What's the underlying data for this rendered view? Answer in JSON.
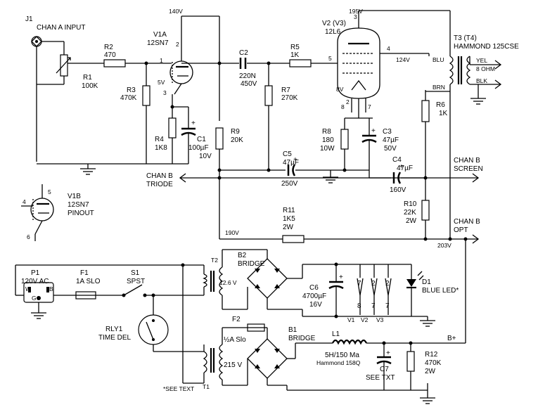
{
  "j1": {
    "ref": "J1",
    "label": "CHAN A INPUT"
  },
  "r1": {
    "ref": "R1",
    "value": "100K"
  },
  "r2": {
    "ref": "R2",
    "value": "470"
  },
  "r3": {
    "ref": "R3",
    "value": "470K"
  },
  "r4": {
    "ref": "R4",
    "value": "1K8"
  },
  "c1": {
    "ref": "C1",
    "value": "100µF",
    "voltage": "10V"
  },
  "v1a": {
    "ref": "V1A",
    "type": "12SN7",
    "pin1": "1",
    "pin2": "2",
    "pin3": "3",
    "pin5": "5V"
  },
  "rail_140": "140V",
  "c2": {
    "ref": "C2",
    "value": "220N",
    "voltage": "450V"
  },
  "r5": {
    "ref": "R5",
    "value": "1K"
  },
  "r7": {
    "ref": "R7",
    "value": "270K"
  },
  "r9": {
    "ref": "R9",
    "value": "20K"
  },
  "v2": {
    "ref": "V2 (V3)",
    "type": "12L6",
    "pin3": "3",
    "pin4": "4",
    "pin5": "5",
    "pin7": "7",
    "pin8": "8",
    "pin2": "2",
    "pin8v": "8V"
  },
  "rail_195": "195V",
  "rail_124": "124V",
  "r8": {
    "ref": "R8",
    "value": "180",
    "power": "10W"
  },
  "c3": {
    "ref": "C3",
    "value": "47µF",
    "voltage": "50V"
  },
  "c5": {
    "ref": "C5",
    "value": "47µF",
    "voltage": "250V"
  },
  "c4": {
    "ref": "C4",
    "value": "47µF",
    "voltage": "160V"
  },
  "r6": {
    "ref": "R6",
    "value": "1K"
  },
  "r10": {
    "ref": "R10",
    "value": "22K",
    "power": "2W"
  },
  "r11": {
    "ref": "R11",
    "value": "1K5",
    "power": "2W"
  },
  "rail_190": "190V",
  "rail_203": "203V",
  "t3": {
    "ref": "T3 (T4)",
    "type": "HAMMOND 125CSE",
    "blu": "BLU",
    "brn": "BRN",
    "yel": "YEL",
    "ohm": "8 OHM",
    "blk": "BLK"
  },
  "chan_b_triode": {
    "l1": "CHAN B",
    "l2": "TRIODE"
  },
  "chan_b_screen": {
    "l1": "CHAN B",
    "l2": "SCREEN"
  },
  "chan_b_opt": {
    "l1": "CHAN B",
    "l2": "OPT"
  },
  "v1b": {
    "ref": "V1B",
    "type": "12SN7",
    "l3": "PINOUT",
    "p4": "4",
    "p5": "5",
    "p6": "6"
  },
  "p1": {
    "ref": "P1",
    "value": "120V AC",
    "w": "W",
    "b": "B",
    "g": "G"
  },
  "f1": {
    "ref": "F1",
    "value": "1A SLO"
  },
  "s1": {
    "ref": "S1",
    "value": "SPST"
  },
  "rly1": {
    "ref": "RLY1",
    "value": "TIME DEL"
  },
  "t2": {
    "ref": "T2",
    "value": "12.6 V"
  },
  "b2": {
    "ref": "B2",
    "value": "BRIDGE"
  },
  "c6": {
    "ref": "C6",
    "value": "4700µF",
    "voltage": "16V"
  },
  "heaters": {
    "top": [
      "7",
      "2",
      "2"
    ],
    "bot": [
      "8",
      "7",
      "7"
    ],
    "names": [
      "V1",
      "V2",
      "V3"
    ]
  },
  "d1": {
    "ref": "D1",
    "value": "BLUE LED*"
  },
  "t1": {
    "ref": "T1",
    "value": "215 V"
  },
  "f2": {
    "ref": "F2",
    "value": "½A Slo"
  },
  "b1": {
    "ref": "B1",
    "value": "BRIDGE"
  },
  "l1": {
    "ref": "L1",
    "value": "5H/150 Ma",
    "part": "Hammond 158Q"
  },
  "c7": {
    "ref": "C7",
    "value": "SEE TXT"
  },
  "bplus": "B+",
  "r12": {
    "ref": "R12",
    "value": "470K",
    "power": "2W"
  },
  "note": "*SEE TEXT"
}
